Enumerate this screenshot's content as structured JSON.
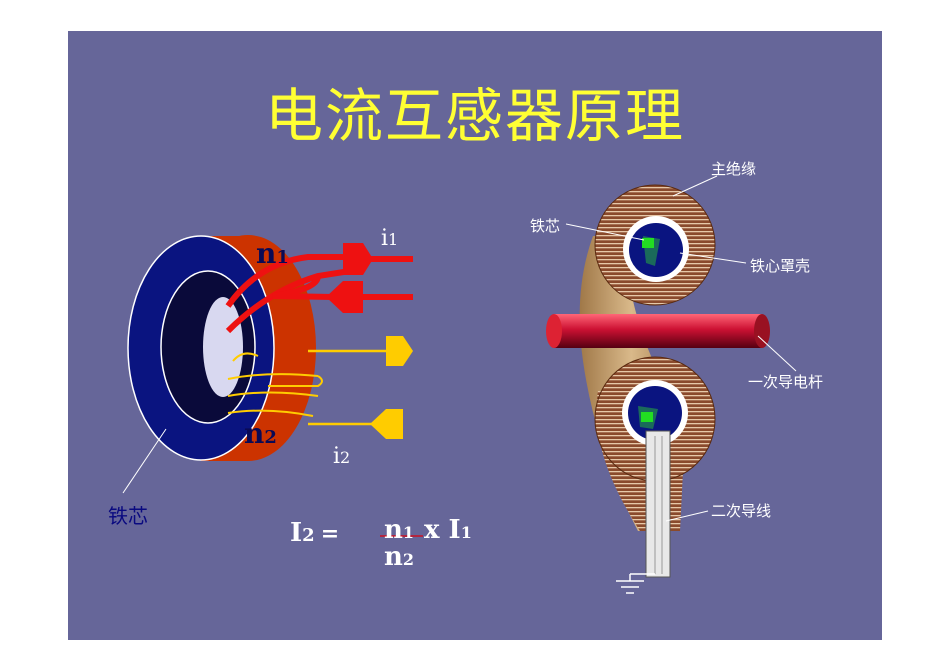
{
  "title": "电流互感器原理",
  "left_diagram": {
    "n1": "n",
    "n1_sub": "1",
    "n2": "n",
    "n2_sub": "2",
    "i1": "i",
    "i1_sub": "1",
    "i2": "i",
    "i2_sub": "2",
    "core_label": "铁芯"
  },
  "formula": {
    "lhs": "I",
    "lhs_sub": "2",
    "equals": "=",
    "numerator": "n",
    "numerator_sub": "1",
    "times": "x I",
    "times_sub": "1",
    "denominator": "n",
    "denominator_sub": "2"
  },
  "right_diagram": {
    "main_insulation": "主绝缘",
    "iron_core": "铁芯",
    "core_shell": "铁心罩壳",
    "primary_rod": "一次导电杆",
    "secondary_lead": "二次导线"
  },
  "colors": {
    "background": "#666699",
    "title": "#ffff33",
    "core_face": "#0a1480",
    "core_side": "#cc3300",
    "primary_wire": "#ee1111",
    "secondary_wire": "#ffcc00",
    "insulation": "#8b4a2a",
    "rod": "#cc1133"
  }
}
